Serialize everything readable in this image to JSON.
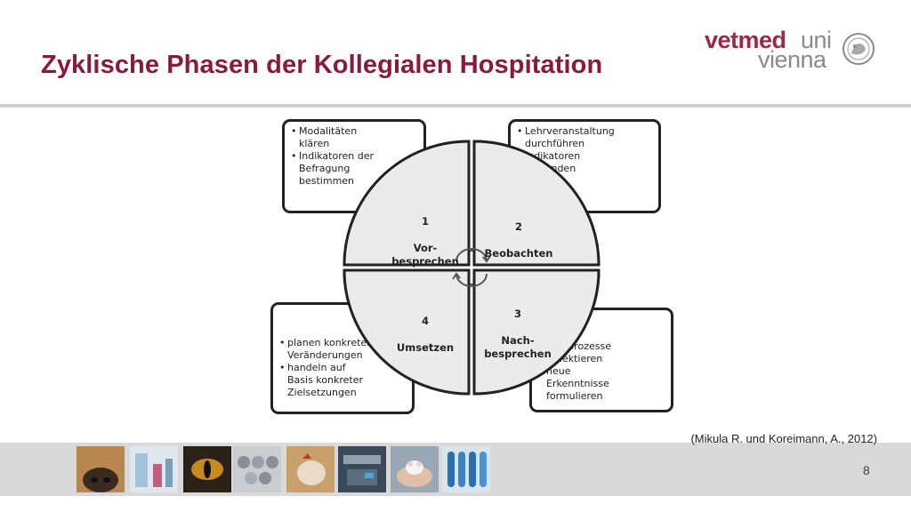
{
  "title": "Zyklische Phasen der Kollegialen Hospitation",
  "logo": {
    "line1_bold": "vetmed",
    "line1_light": "uni",
    "line2": "vienna"
  },
  "colors": {
    "title": "#8b1a3a",
    "logo_vetmed": "#9a2a45",
    "logo_gray": "#8a8a8a",
    "quadrant_fill": "#ebebeb",
    "outline": "#222222",
    "rule": "#cfcfcf",
    "footer_band": "#d9d9d9"
  },
  "diagram": {
    "quadrants": [
      {
        "number": "1",
        "label": "Vor-\nbesprechen"
      },
      {
        "number": "2",
        "label": "Beobachten"
      },
      {
        "number": "3",
        "label": "Nach-\nbesprechen"
      },
      {
        "number": "4",
        "label": "Umsetzen"
      }
    ],
    "boxes": {
      "top_left": [
        "Modalitäten\nklären",
        "Indikatoren der\nBefragung\nbestimmen"
      ],
      "top_right": [
        "Lehrveranstaltung\ndurchführen",
        "Indikatoren\nanwenden"
      ],
      "bottom_right": [
        "Lehrprozesse\nreflektieren",
        "neue\nErkenntnisse\nformulieren"
      ],
      "bottom_left": [
        "planen konkreter\nVeränderungen",
        "handeln auf\nBasis konkreter\nZielsetzungen"
      ]
    },
    "center_icon": "cycle-arrows-icon"
  },
  "citation": "(Mikula R. und Koreimann, A., 2012)",
  "page_number": "8",
  "footer_images": [
    "dog-nose-photo-icon",
    "lab-glassware-photo-icon",
    "animal-eye-photo-icon",
    "vials-photo-icon",
    "chicken-photo-icon",
    "lab-equipment-photo-icon",
    "mouse-in-hand-photo-icon",
    "test-tubes-photo-icon"
  ]
}
